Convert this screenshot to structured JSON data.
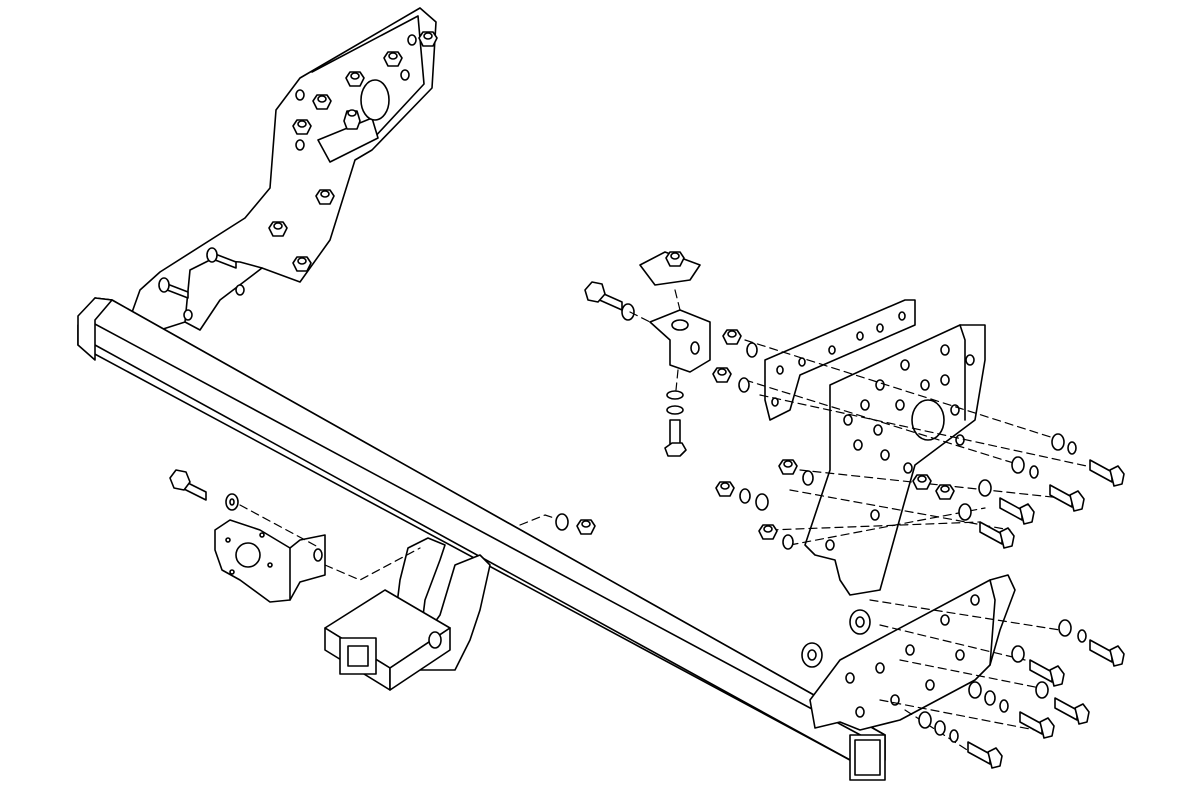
{
  "diagram": {
    "kind": "exploded-assembly",
    "line_color": "#000000",
    "fill_color": "#ffffff",
    "parts": [
      {
        "id": "crossbar",
        "name": "main-crossbar"
      },
      {
        "id": "receiver",
        "name": "hitch-receiver-tube"
      },
      {
        "id": "left-frame-bracket",
        "name": "left-frame-bracket"
      },
      {
        "id": "right-side-plate-upper",
        "name": "right-side-plate-upper"
      },
      {
        "id": "right-side-plate-lower",
        "name": "right-side-plate-lower"
      },
      {
        "id": "right-strip-bar",
        "name": "right-strip-bar"
      },
      {
        "id": "socket-bracket",
        "name": "electrical-socket-bracket"
      },
      {
        "id": "angle-bracket",
        "name": "angle-bracket"
      },
      {
        "id": "fasteners",
        "name": "bolts-nuts-washers"
      }
    ]
  }
}
